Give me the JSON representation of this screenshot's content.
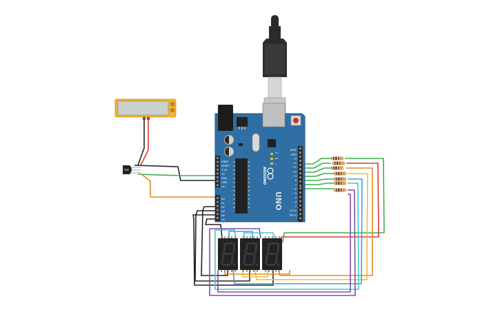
{
  "colors": {
    "background": "#ffffff",
    "board": "#2f6fa3",
    "board_edge": "#1f5582",
    "header": "#2a2a2a",
    "lcd_frame": "#f2b233",
    "lcd_screen": "#c9d2cf",
    "display_body": "#222222",
    "segment_off": "#3a3a3a",
    "wire_green": "#3cae4b",
    "wire_red": "#d63b3b",
    "wire_orange": "#e58a1f",
    "wire_yellow": "#e8c12a",
    "wire_blue": "#3aa0d8",
    "wire_purple": "#7b4fa6",
    "wire_black": "#222222",
    "wire_cyan": "#49c3c9"
  },
  "board": {
    "brand_logo": "ARDUINO",
    "model": "UNO",
    "reset_label": "RESET",
    "power_pins": [
      "IOREF",
      "RESET",
      "3.3V",
      "5V",
      "GND",
      "GND",
      "Vin"
    ],
    "analog_pins": [
      "A0",
      "A1",
      "A2",
      "A3",
      "A4",
      "A5"
    ],
    "digital_pins": [
      "AREF",
      "GND",
      "13",
      "12",
      "~11",
      "~10",
      "~9",
      "8",
      "7",
      "~6",
      "~5",
      "4",
      "~3",
      "2",
      "TX→1",
      "RX←0"
    ],
    "power_label": "POWER",
    "analog_label": "ANALOG IN",
    "digital_label": "DIGITAL (PWM~)",
    "tx_label": "TX",
    "rx_label": "RX",
    "l_label": "L"
  },
  "sensor": {
    "label": "TMP"
  },
  "display": {
    "digit_count": 3
  },
  "icons": [
    "usb-cable-icon",
    "reset-button-icon",
    "capacitor-icon",
    "resistor-icon"
  ]
}
